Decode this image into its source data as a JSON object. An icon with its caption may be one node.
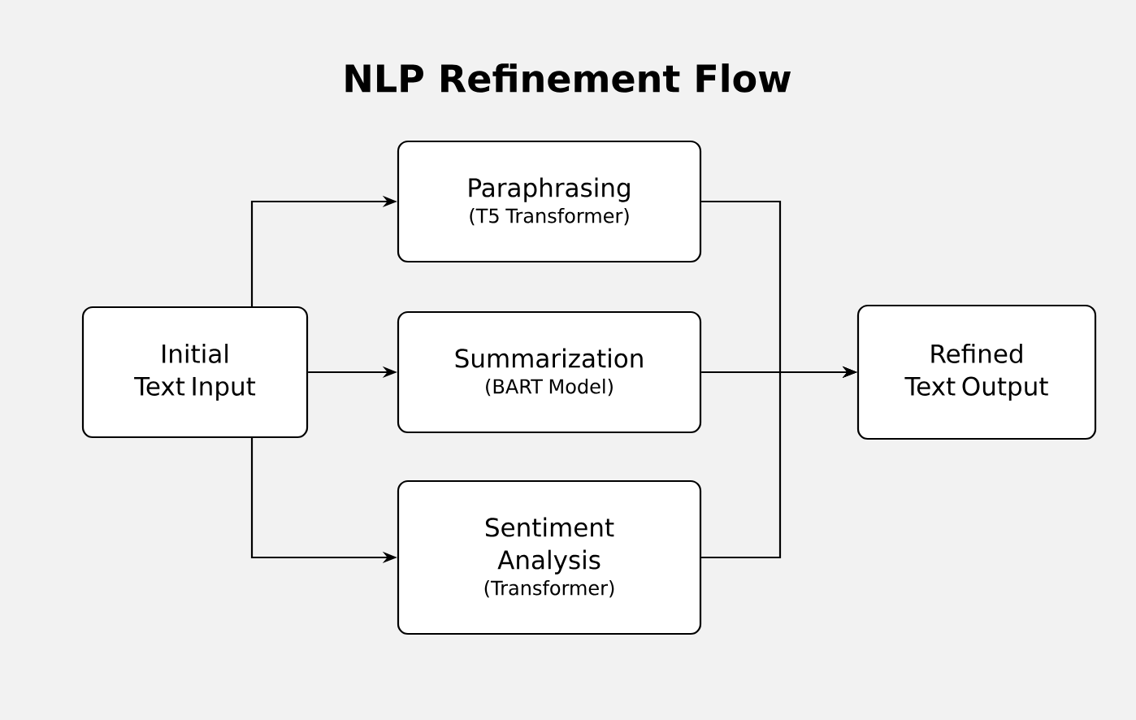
{
  "diagram": {
    "title": "NLP Refinement Flow",
    "nodes": [
      {
        "text": [
          "Initial Text Input"
        ]
      },
      {
        "text": [
          "Paraphrasing",
          "(T5 Transformer)"
        ]
      },
      {
        "text": [
          "Summarization",
          "(BART Model)"
        ]
      },
      {
        "text": [
          "Sentiment Analysis",
          "(Transformer)"
        ]
      },
      {
        "text": [
          "Refined Text Output"
        ]
      }
    ],
    "edges": [
      {
        "from": 0,
        "to": 1,
        "arrow": "to"
      },
      {
        "from": 0,
        "to": 2,
        "arrow": "to"
      },
      {
        "from": 0,
        "to": 3,
        "arrow": "to"
      },
      {
        "from": 1,
        "to": 4,
        "arrow": "to"
      },
      {
        "from": 2,
        "to": 4,
        "arrow": "to"
      },
      {
        "from": 3,
        "to": 4,
        "arrow": "to"
      }
    ]
  }
}
